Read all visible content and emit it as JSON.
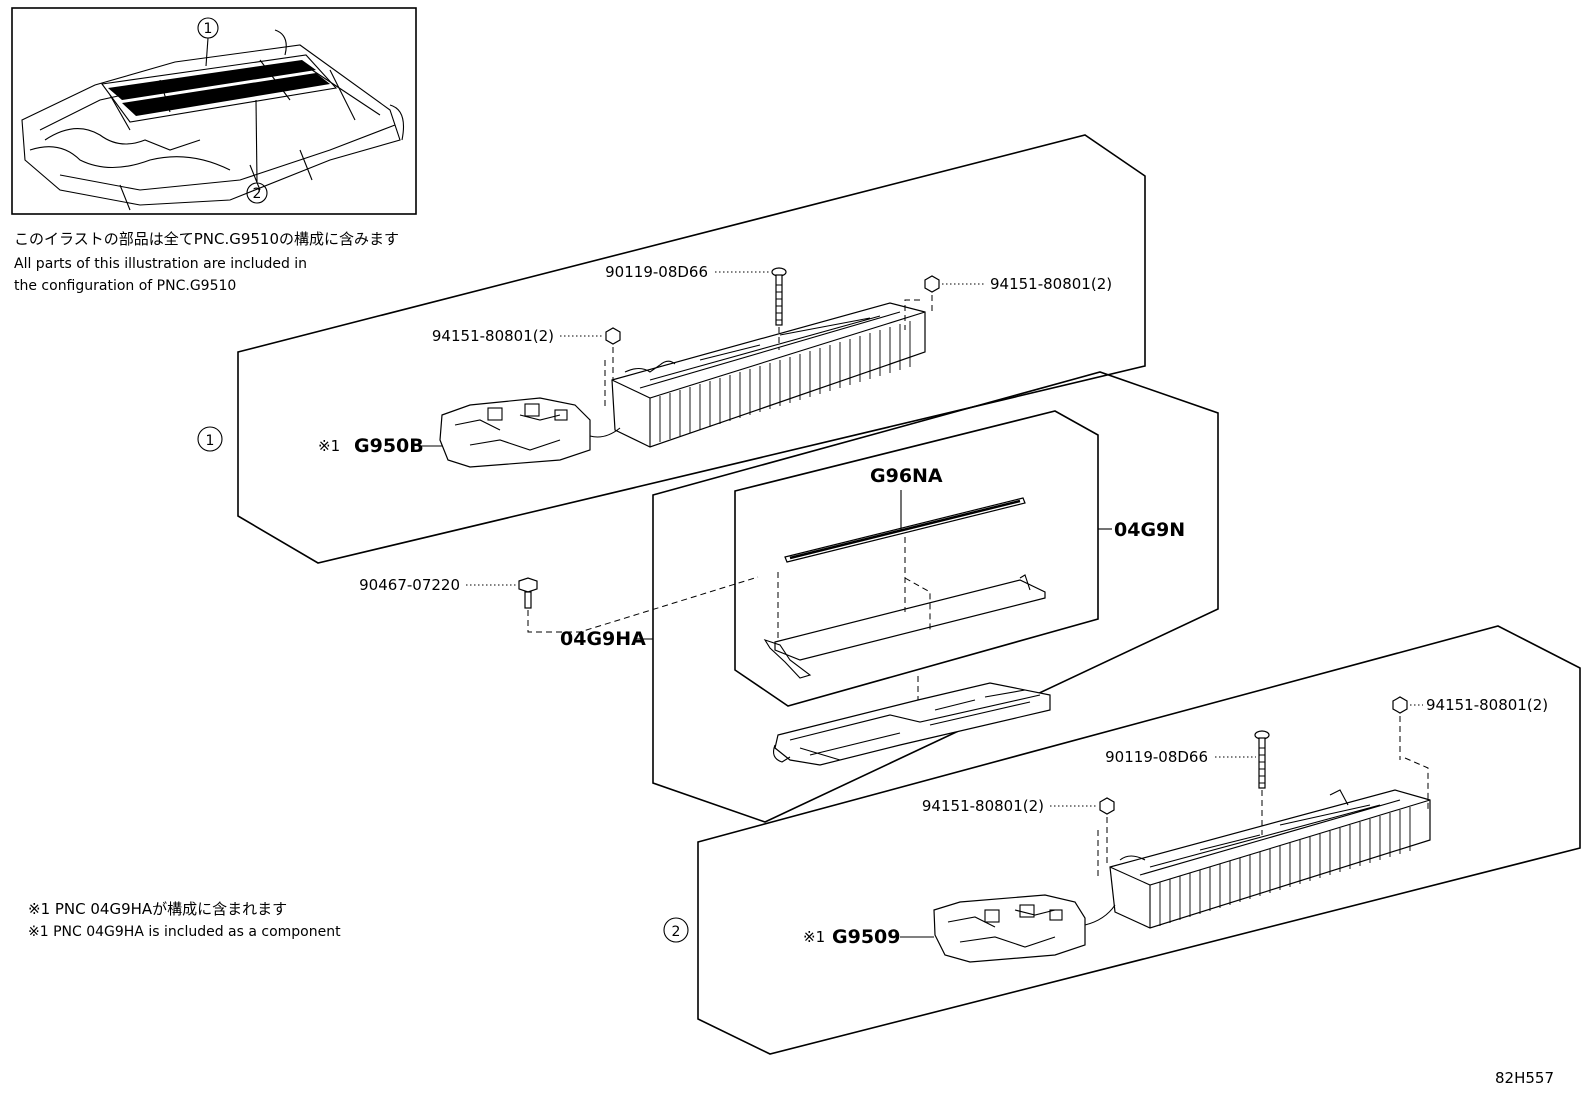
{
  "inset": {
    "callout_1": "1",
    "callout_2": "2",
    "note_ja": "このイラストの部品は全てPNC.G9510の構成に含みます",
    "note_en_line1": "All parts of this illustration are included in",
    "note_en_line2": "the configuration of PNC.G9510"
  },
  "group_1": {
    "callout": "1",
    "bolt_label": "90119-08D66",
    "nut_right_label": "94151-80801(2)",
    "nut_left_label": "94151-80801(2)",
    "module_prefix": "※1",
    "module_code": "G950B"
  },
  "group_mid": {
    "screw_label": "90467-07220",
    "bracket_code": "04G9HA",
    "sub_code": "04G9N",
    "seal_code": "G96NA"
  },
  "group_2": {
    "callout": "2",
    "bolt_label": "90119-08D66",
    "nut_right_label": "94151-80801(2)",
    "nut_left_label": "94151-80801(2)",
    "module_prefix": "※1",
    "module_code": "G9509"
  },
  "footnote": {
    "line_ja": "※1 PNC 04G9HAが構成に含まれます",
    "line_en": "※1 PNC 04G9HA is included as a component"
  },
  "figure_id": "82H557"
}
